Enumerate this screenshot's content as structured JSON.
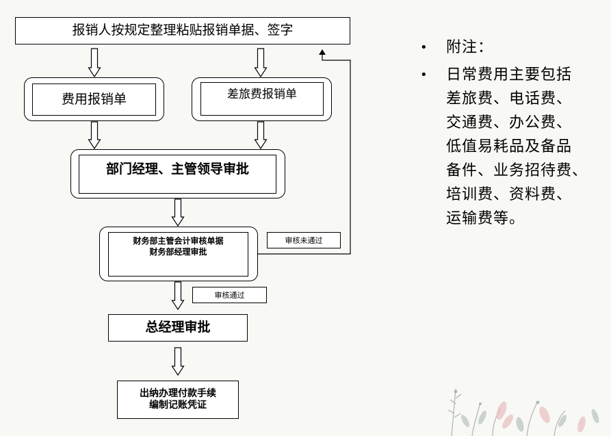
{
  "flow": {
    "step1": "报销人按规定整理粘贴报销单据、签字",
    "expense_form": "费用报销单",
    "travel_form": "差旅费报销单",
    "dept_approval": "部门经理、主管领导审批",
    "finance_review_line1": "财务部主管会计审核单据",
    "finance_review_line2": "财务部经理审批",
    "review_failed": "审核未通过",
    "review_passed": "审核通过",
    "gm_approval": "总经理审批",
    "cashier_line1": "出纳办理付款手续",
    "cashier_line2": "编制记账凭证"
  },
  "notes": {
    "bullet": "•",
    "title": "附注：",
    "body_lines": [
      "日常费用主要包括",
      "差旅费、电话费、",
      "交通费、办公费、",
      "低值易耗品及备品",
      "备件、业务招待费、",
      "培训费、资料费、",
      "运输费等。"
    ]
  }
}
